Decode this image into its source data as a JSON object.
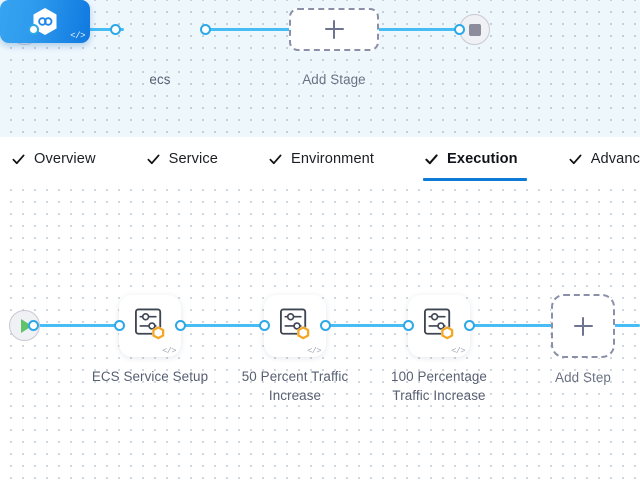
{
  "stage_canvas": {
    "start_node": {
      "name": "start-node",
      "icon": "play-icon"
    },
    "stop_node": {
      "name": "stop-node",
      "icon": "stop-square-icon"
    },
    "stage": {
      "label": "ecs",
      "icon": "hexagon-link-icon",
      "code_glyph": "</>",
      "color": "#1078e0"
    },
    "add_stage": {
      "label": "Add Stage",
      "icon": "plus-icon"
    }
  },
  "tabs": [
    {
      "label": "Overview",
      "check_icon": "check-icon",
      "active": false
    },
    {
      "label": "Service",
      "check_icon": "check-icon",
      "active": false
    },
    {
      "label": "Environment",
      "check_icon": "check-icon",
      "active": false
    },
    {
      "label": "Execution",
      "check_icon": "check-icon",
      "active": true
    },
    {
      "label": "Advanced",
      "check_icon": "check-icon",
      "active": false
    }
  ],
  "tab_accent_color": "#0d7ad8",
  "step_canvas": {
    "start_node": {
      "name": "start-node",
      "icon": "play-icon"
    },
    "steps": [
      {
        "label": "ECS Service Setup",
        "icon": "sliders-icon",
        "badge_icon": "hexagon-badge-icon",
        "code_glyph": "</>"
      },
      {
        "label": "50 Percent Traffic Increase",
        "icon": "sliders-icon",
        "badge_icon": "hexagon-badge-icon",
        "code_glyph": "</>"
      },
      {
        "label": "100 Percentage Traffic Increase",
        "icon": "sliders-icon",
        "badge_icon": "hexagon-badge-icon",
        "code_glyph": "</>"
      }
    ],
    "add_step": {
      "label": "Add Step",
      "icon": "plus-icon"
    }
  },
  "colors": {
    "wire": "#46bdf4",
    "port_border": "#2ca8e8",
    "badge": "#f5a623",
    "play": "#5ec36a"
  }
}
